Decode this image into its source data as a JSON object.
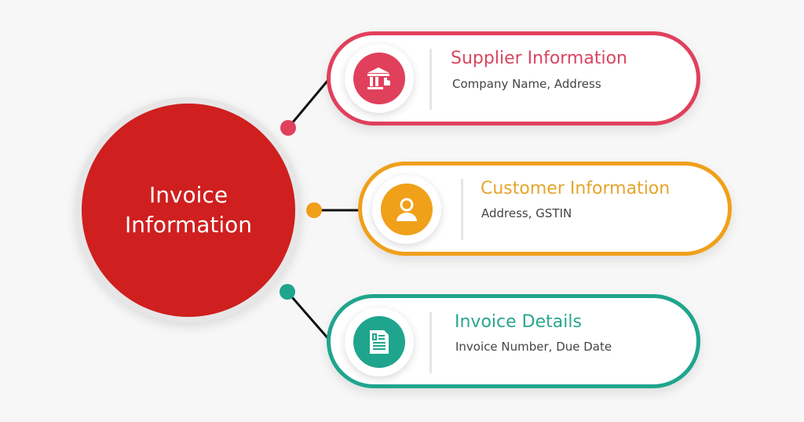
{
  "hub": {
    "line1": "Invoice",
    "line2": "Information",
    "color": "#cf1f1f"
  },
  "branches": [
    {
      "title": "Supplier Information",
      "subtitle": "Company Name, Address",
      "icon": "bank-building-hand-icon",
      "color": "#e0405c"
    },
    {
      "title": "Customer Information",
      "subtitle": "Address, GSTIN",
      "icon": "user-icon",
      "color": "#f0a019"
    },
    {
      "title": "Invoice Details",
      "subtitle": "Invoice Number, Due Date",
      "icon": "document-icon",
      "color": "#1fa58d"
    }
  ]
}
